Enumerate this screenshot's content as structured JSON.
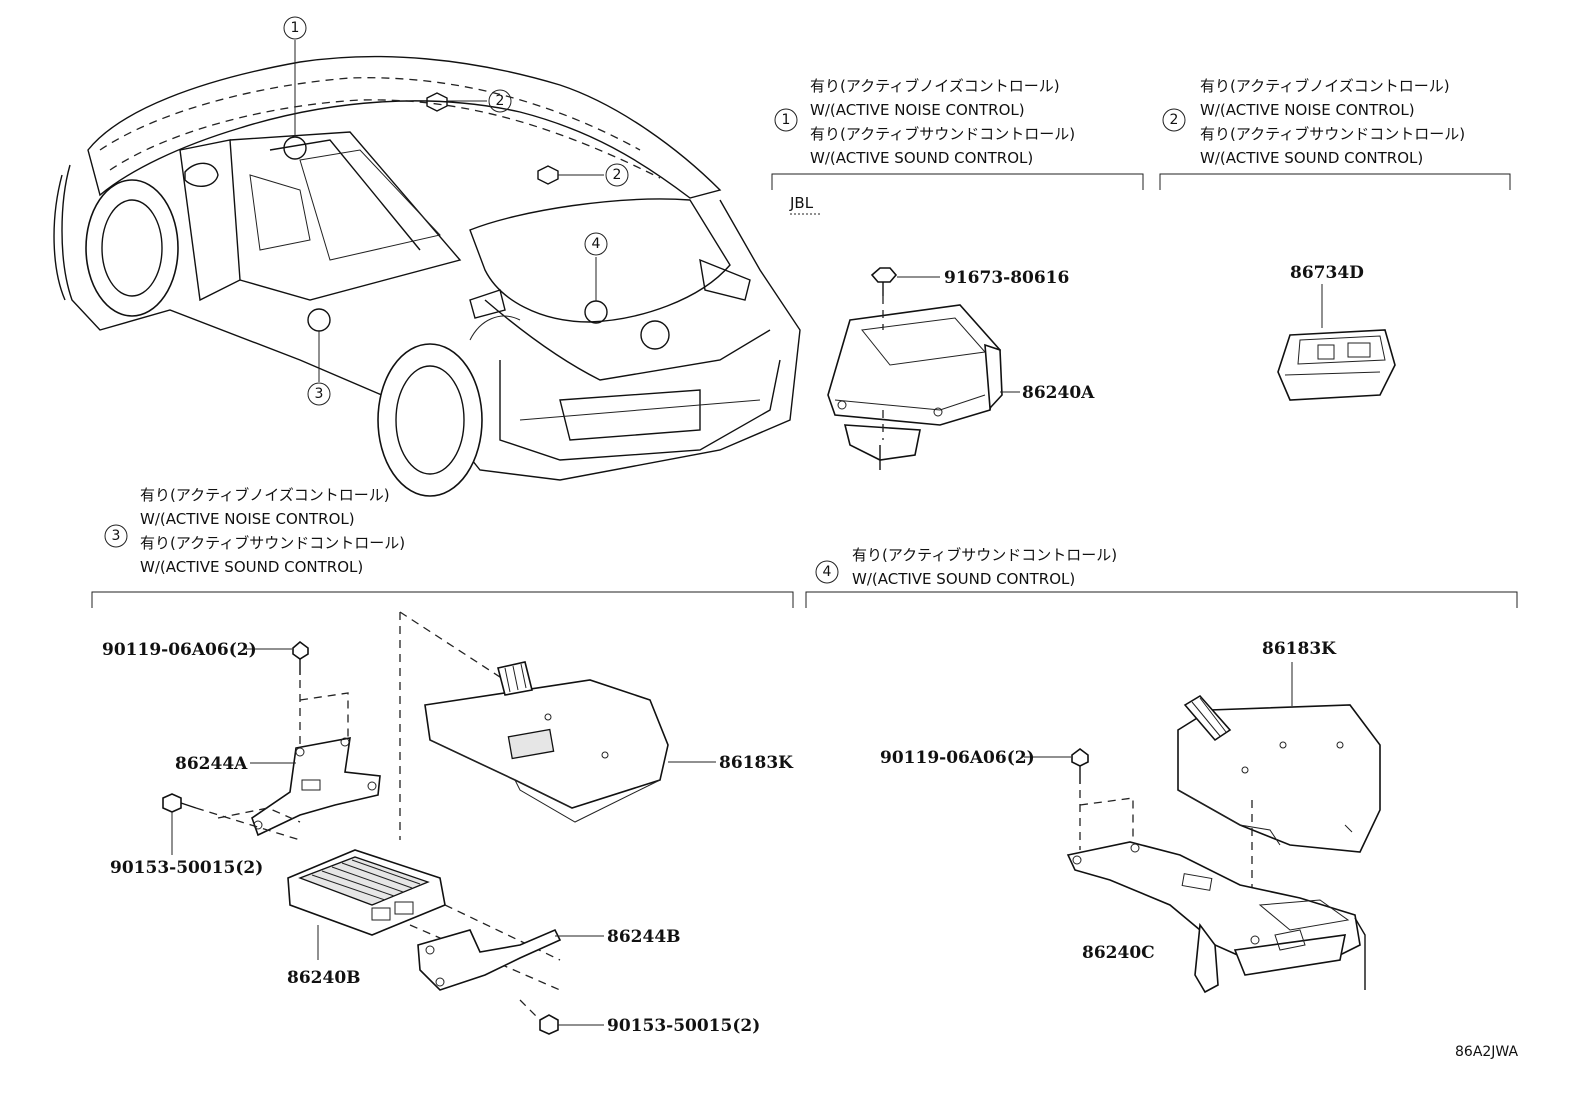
{
  "markers": [
    "1",
    "2",
    "3",
    "4"
  ],
  "notes": {
    "n1": [
      "有り(アクティブノイズコントロール)",
      "W/(ACTIVE NOISE CONTROL)",
      "有り(アクティブサウンドコントロール)",
      "W/(ACTIVE SOUND CONTROL)"
    ],
    "n2": [
      "有り(アクティブノイズコントロール)",
      "W/(ACTIVE NOISE CONTROL)",
      "有り(アクティブサウンドコントロール)",
      "W/(ACTIVE SOUND CONTROL)"
    ],
    "n3": [
      "有り(アクティブノイズコントロール)",
      "W/(ACTIVE NOISE CONTROL)",
      "有り(アクティブサウンドコントロール)",
      "W/(ACTIVE SOUND CONTROL)"
    ],
    "n4": [
      "有り(アクティブサウンドコントロール)",
      "W/(ACTIVE SOUND CONTROL)"
    ]
  },
  "jbl_label": "JBL",
  "parts": {
    "bolt_91673": "91673-80616",
    "amp_86240A": "86240A",
    "mic_86734D": "86734D",
    "bolt_90119_a": "90119-06A06(2)",
    "bracket_86244A": "86244A",
    "bolt_90153_a": "90153-50015(2)",
    "cover_86183K_a": "86183K",
    "amp_86240B": "86240B",
    "bracket_86244B": "86244B",
    "bolt_90153_b": "90153-50015(2)",
    "cover_86183K_b": "86183K",
    "bolt_90119_b": "90119-06A06(2)",
    "amp_86240C": "86240C"
  },
  "diagram_code": "86A2JWA"
}
